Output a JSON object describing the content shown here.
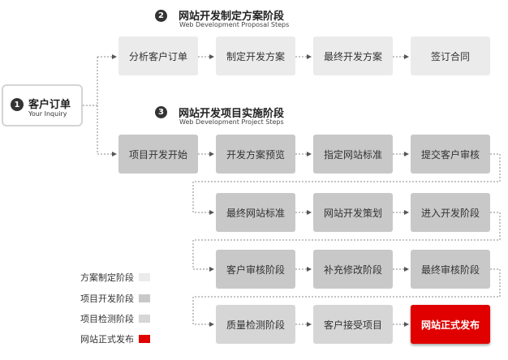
{
  "start": {
    "number": "1",
    "title": "客户订单",
    "subtitle": "Your Inquiry"
  },
  "stage2": {
    "number": "2",
    "title": "网站开发制定方案阶段",
    "subtitle": "Web Development Proposal Steps"
  },
  "stage3": {
    "number": "3",
    "title": "网站开发项目实施阶段",
    "subtitle": "Web Development Project Steps"
  },
  "proposal_steps": [
    "分析客户订单",
    "制定开发方案",
    "最终开发方案",
    "签订合同"
  ],
  "project_steps": [
    [
      "项目开发开始",
      "开发方案预览",
      "指定网站标准",
      "提交客户审核"
    ],
    [
      "最终网站标准",
      "网站开发策划",
      "进入开发阶段"
    ],
    [
      "客户审核阶段",
      "补充修改阶段",
      "最终审核阶段"
    ],
    [
      "质量检测阶段",
      "客户接受项目",
      "网站正式发布"
    ]
  ],
  "legend": [
    {
      "label": "方案制定阶段",
      "color": "#ebebeb"
    },
    {
      "label": "项目开发阶段",
      "color": "#c8c8c8"
    },
    {
      "label": "项目检测阶段",
      "color": "#d6d6d6"
    },
    {
      "label": "网站正式发布",
      "color": "#e00000"
    }
  ]
}
